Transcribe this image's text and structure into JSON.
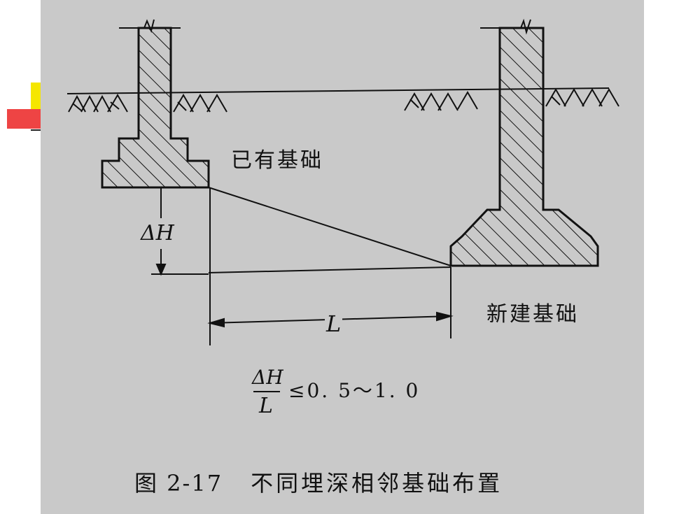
{
  "colors": {
    "panel_background": "#c9c9c9",
    "ink": "#111111",
    "slide_accent_yellow": "#f5e600",
    "slide_accent_red": "#ee4444"
  },
  "labels": {
    "existing_foundation": "已有基础",
    "new_foundation": "新建基础",
    "height_difference": "ΔH",
    "horizontal_distance": "L"
  },
  "formula": {
    "numerator": "ΔH",
    "denominator": "L",
    "relation": "≤0. 5～1. 0"
  },
  "caption": {
    "number": "图 2-17",
    "text": "不同埋深相邻基础布置"
  }
}
